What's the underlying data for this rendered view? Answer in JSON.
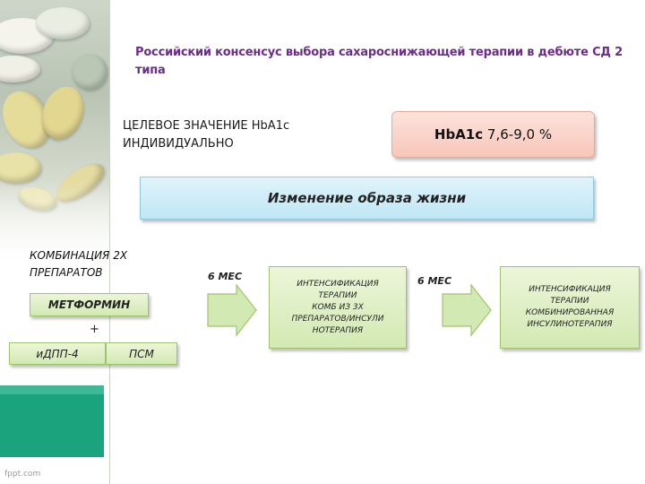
{
  "title": "Российский консенсус выбора сахароснижающей терапии в дебюте СД 2 типа",
  "target_text": {
    "line1": "ЦЕЛЕВОЕ ЗНАЧЕНИЕ HbA1c",
    "line2": "ИНДИВИДУАЛЬНО"
  },
  "hba1c": {
    "label": "HbA1c",
    "value": "7,6-9,0 %"
  },
  "lifestyle": "Изменение образа жизни",
  "combination": {
    "heading_line1": "КОМБИНАЦИЯ 2Х",
    "heading_line2": "ПРЕПАРАТОВ",
    "drug_main": "МЕТФОРМИН",
    "plus": "+",
    "drug_alt1": "иДПП-4",
    "drug_alt2": "ПСМ"
  },
  "interval1": "6 МЕС",
  "interval2": "6 МЕС",
  "step2": {
    "l1": "ИНТЕНСИФИКАЦИЯ",
    "l2": "ТЕРАПИИ",
    "l3": "КОМБ ИЗ 3Х",
    "l4": "ПРЕПАРАТОВ/ИНСУЛИ",
    "l5": "НОТЕРАПИЯ"
  },
  "step3": {
    "l1": "ИНТЕНСИФИКАЦИЯ",
    "l2": "ТЕРАПИИ",
    "l3": "КОМБИНИРОВАННАЯ",
    "l4": "ИНСУЛИНОТЕРАПИЯ"
  },
  "watermark": "fppt.com",
  "colors": {
    "title": "#6b2c8a",
    "hba1c_fill": "#f7c6b9",
    "lifestyle_fill": "#bfe6f5",
    "green_fill": "#d3e9b3",
    "arrow_fill": "#d3e9b3",
    "accent_green": "#1aa37d"
  }
}
